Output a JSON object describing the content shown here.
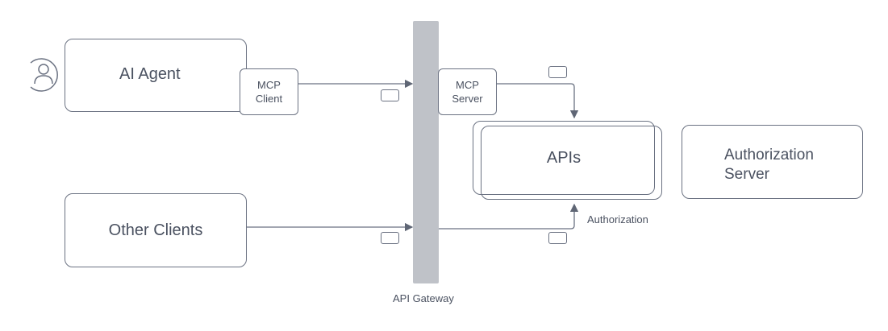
{
  "nodes": {
    "ai_agent": "AI Agent",
    "mcp_client": [
      "MCP",
      "Client"
    ],
    "mcp_server": [
      "MCP",
      "Server"
    ],
    "apis": "APIs",
    "authorization_server": [
      "Authorization",
      "Server"
    ],
    "other_clients": "Other Clients",
    "api_gateway": "API Gateway"
  },
  "edge_labels": {
    "authorization": "Authorization"
  },
  "icons": {
    "agent_icon": "user-avatar-icon",
    "token_icon": "token-icon"
  },
  "colors": {
    "stroke": "#6b7282",
    "gateway": "#bfc2c8",
    "text": "#4a5160"
  }
}
